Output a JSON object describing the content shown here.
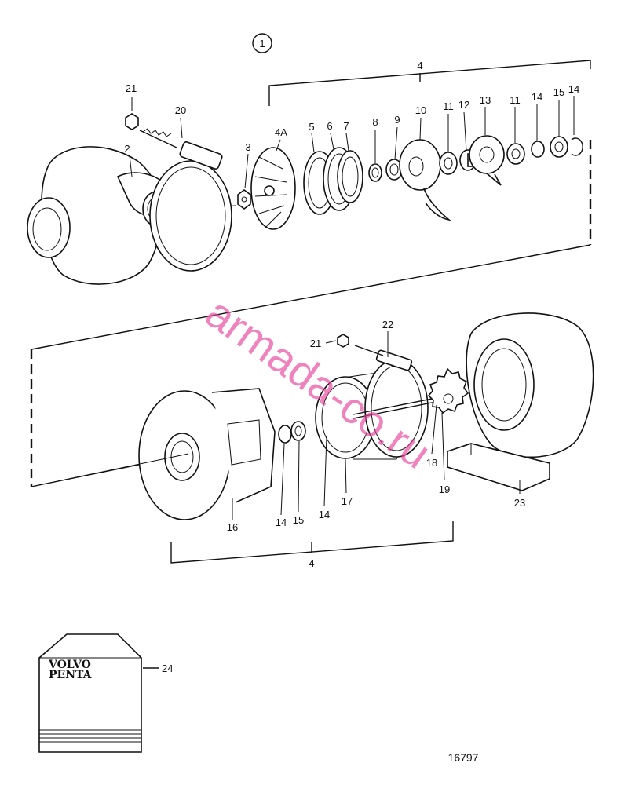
{
  "figure": {
    "view_marker": "1",
    "figure_number": "16797"
  },
  "labels": {
    "p1": "1",
    "p2": "2",
    "p3": "3",
    "p4a": "4A",
    "p4_top": "4",
    "p4_bottom": "4",
    "p5": "5",
    "p6": "6",
    "p7": "7",
    "p8": "8",
    "p9": "9",
    "p10": "10",
    "p11a": "11",
    "p11b": "11",
    "p12": "12",
    "p13": "13",
    "p14a": "14",
    "p14b": "14",
    "p14c": "14",
    "p14d": "14",
    "p15a": "15",
    "p15b": "15",
    "p16": "16",
    "p17": "17",
    "p18": "18",
    "p19": "19",
    "p20": "20",
    "p21a": "21",
    "p21b": "21",
    "p22": "22",
    "p23": "23",
    "p24": "24"
  },
  "kit_box": {
    "brand_line1": "VOLVO",
    "brand_line2": "PENTA"
  },
  "watermark": {
    "text": "armada-co.ru",
    "color": "#e8419a"
  }
}
